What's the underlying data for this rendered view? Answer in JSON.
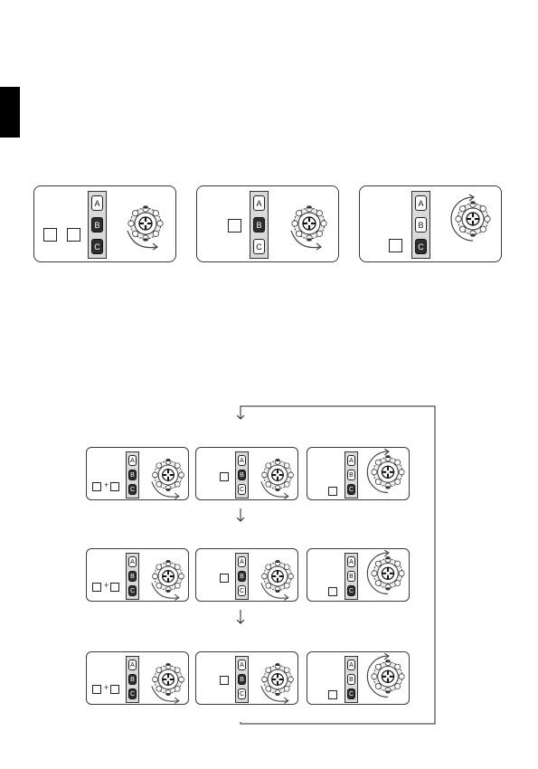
{
  "keys": [
    "A",
    "B",
    "C"
  ],
  "plus_sign": "+",
  "section_mark": {
    "color": "#000000"
  }
}
